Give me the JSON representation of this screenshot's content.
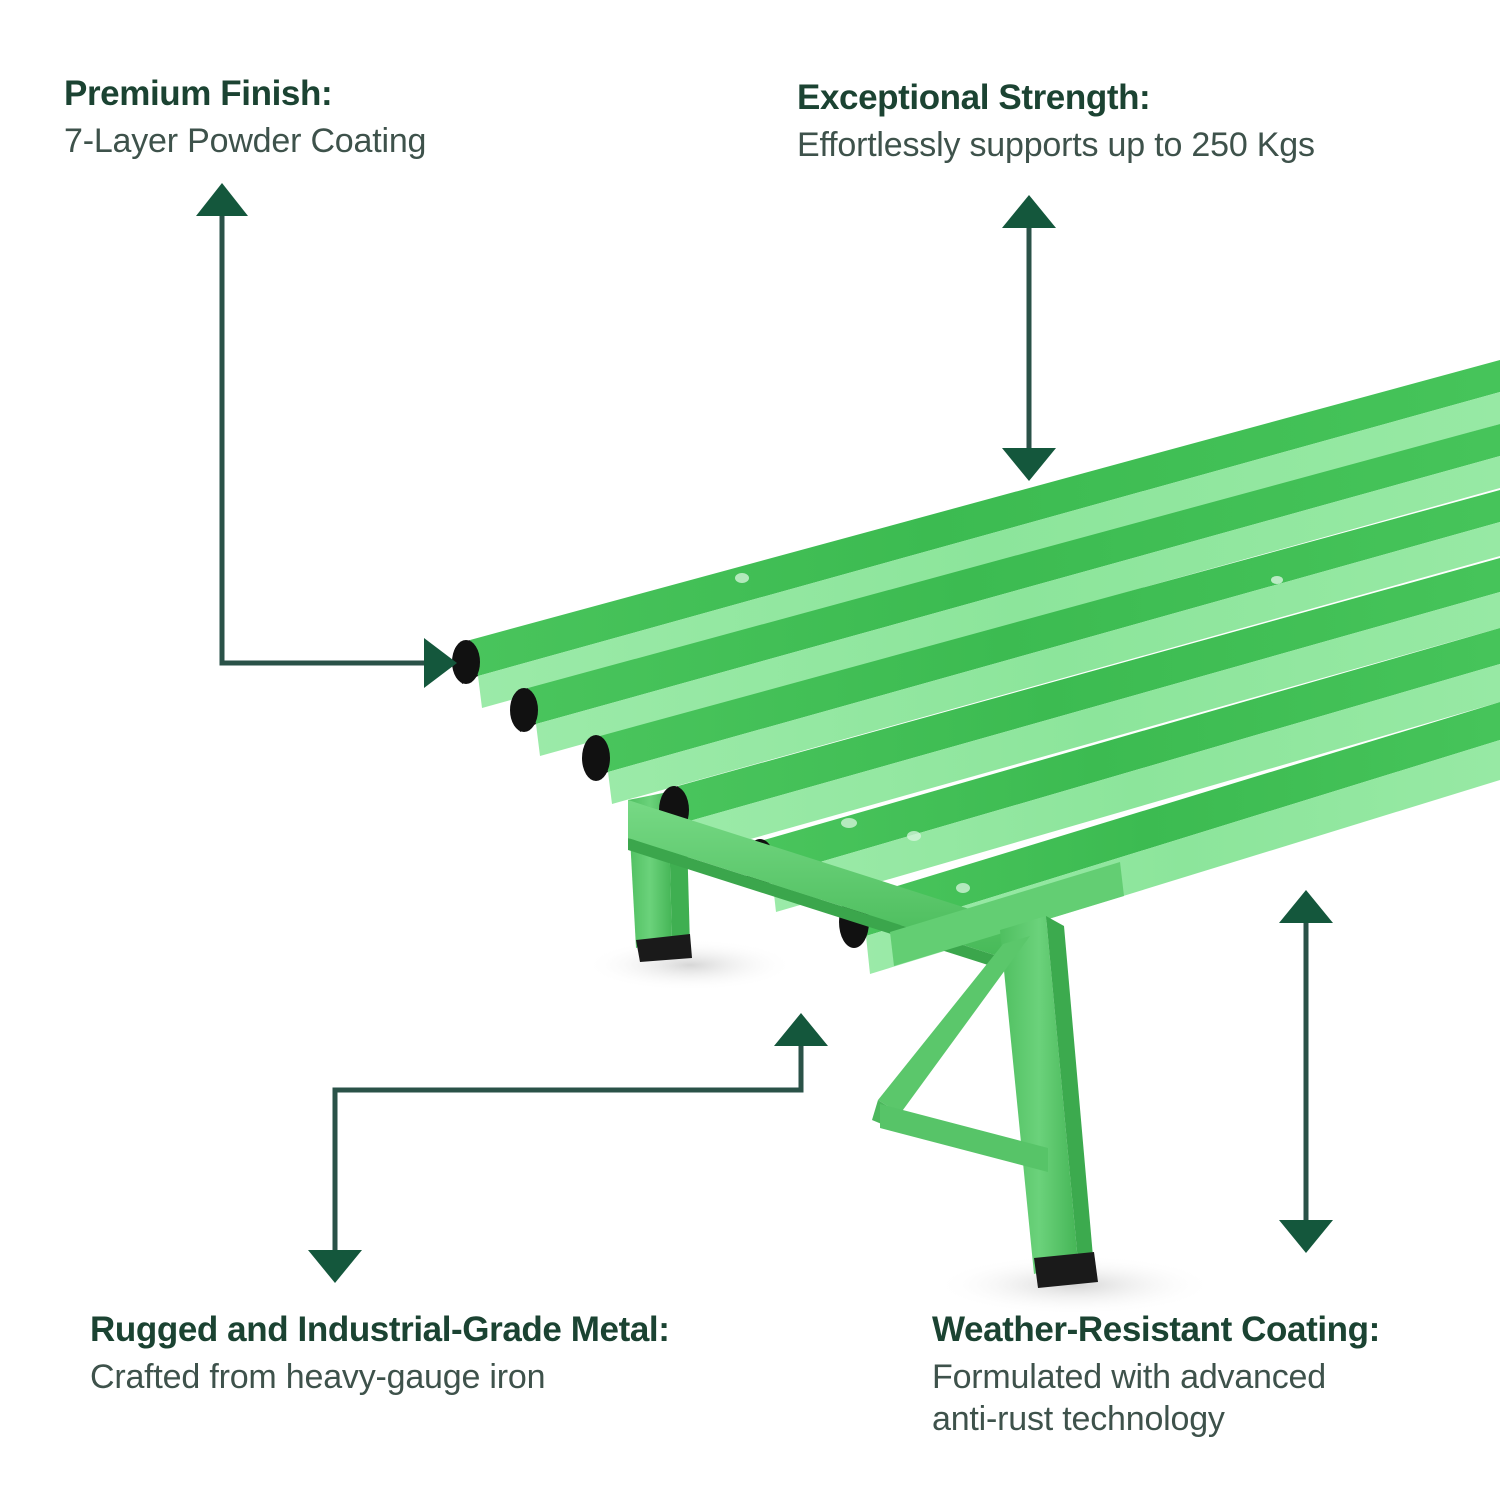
{
  "page": {
    "type": "product-feature-infographic",
    "subject": "green metal garden bench",
    "background_color": "#ffffff"
  },
  "colors": {
    "heading_text": "#1B4332",
    "body_text": "#3E524B",
    "arrow": "#2A5248",
    "arrow_head": "#14573C",
    "slat_top": "#3FBE55",
    "slat_face": "#8FE69E",
    "slat_side": "#6BD47F",
    "frame_green": "#62CE72",
    "frame_green_dark": "#3FAF51",
    "end_cap": "#111111",
    "foot_cap": "#1A1A1A",
    "shadow": "#E2E2E2"
  },
  "callouts": [
    {
      "id": "premium-finish",
      "heading": "Premium Finish:",
      "body_line_1": "7-Layer Powder Coating",
      "body_line_2": "",
      "position": "top-left",
      "arrow": "elbow-up-right-double"
    },
    {
      "id": "exceptional-strength",
      "heading": "Exceptional Strength:",
      "body_line_1": "Effortlessly supports up to 250 Kgs",
      "body_line_2": "",
      "position": "top-right",
      "arrow": "vertical-double"
    },
    {
      "id": "rugged-metal",
      "heading": "Rugged and Industrial-Grade Metal:",
      "body_line_1": "Crafted from heavy-gauge iron",
      "body_line_2": "",
      "position": "bottom-left",
      "arrow": "elbow-z-double"
    },
    {
      "id": "weather-resistant",
      "heading": "Weather-Resistant Coating:",
      "body_line_1": "Formulated with advanced",
      "body_line_2": "anti-rust technology",
      "position": "bottom-right",
      "arrow": "vertical-double"
    }
  ],
  "product": {
    "name": "slatted metal bench",
    "slat_count": 6,
    "leg_frames": 2,
    "end_caps": "black plastic",
    "foot_caps": "black plastic"
  }
}
